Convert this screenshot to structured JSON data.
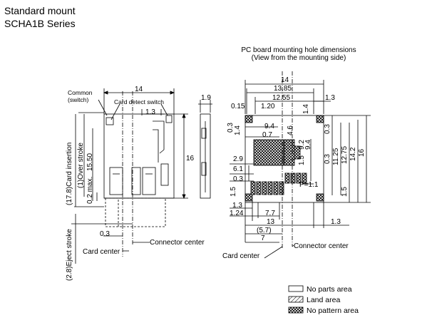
{
  "header": {
    "line1": "Standard mount",
    "line2": "SCHA1B Series"
  },
  "pcb_title": {
    "line1": "PC board mounting hole dimensions",
    "line2": "(View from the mounting side)"
  },
  "left_view": {
    "common_line1": "Common",
    "common_line2": "(switch)",
    "card_detect": "Card detect switch",
    "dim_top": "14",
    "dim_13": "1.3",
    "dim_16": "16",
    "dim_19": "1.9",
    "dim_03": "0.3",
    "card_insertion": "(17.8)Card insertion",
    "over_stroke": "(1)Over stroke",
    "max_1550": "15.50",
    "max_02": "0.2 max.",
    "eject": "(2.8)Eject stroke",
    "card_center": "Card center",
    "connector_center": "Connector center"
  },
  "pcb_view": {
    "top": [
      "14",
      "13.85",
      "12.55",
      "1.3"
    ],
    "left": [
      "0.15",
      "1.20",
      "1.4",
      "0.3",
      "9.4",
      "1.4",
      "0.7",
      "4.6",
      "2.9",
      "6.1",
      "0.3",
      "1.5"
    ],
    "vertical": [
      "9.2",
      "9.4",
      "1.5",
      "0.3",
      "0.3",
      "11.25",
      "12.75",
      "14.2",
      "16",
      "1.5"
    ],
    "pitch": "P=1.1",
    "bottom": [
      "1.3",
      "1.24",
      "7.7",
      "13",
      "(5.7)",
      "7",
      "1.3"
    ],
    "card_center": "Card center",
    "connector_center": "Connector center"
  },
  "legend": [
    {
      "label": "No parts area",
      "pattern": "blank"
    },
    {
      "label": "Land area",
      "pattern": "hatch"
    },
    {
      "label": "No pattern area",
      "pattern": "cross"
    }
  ]
}
